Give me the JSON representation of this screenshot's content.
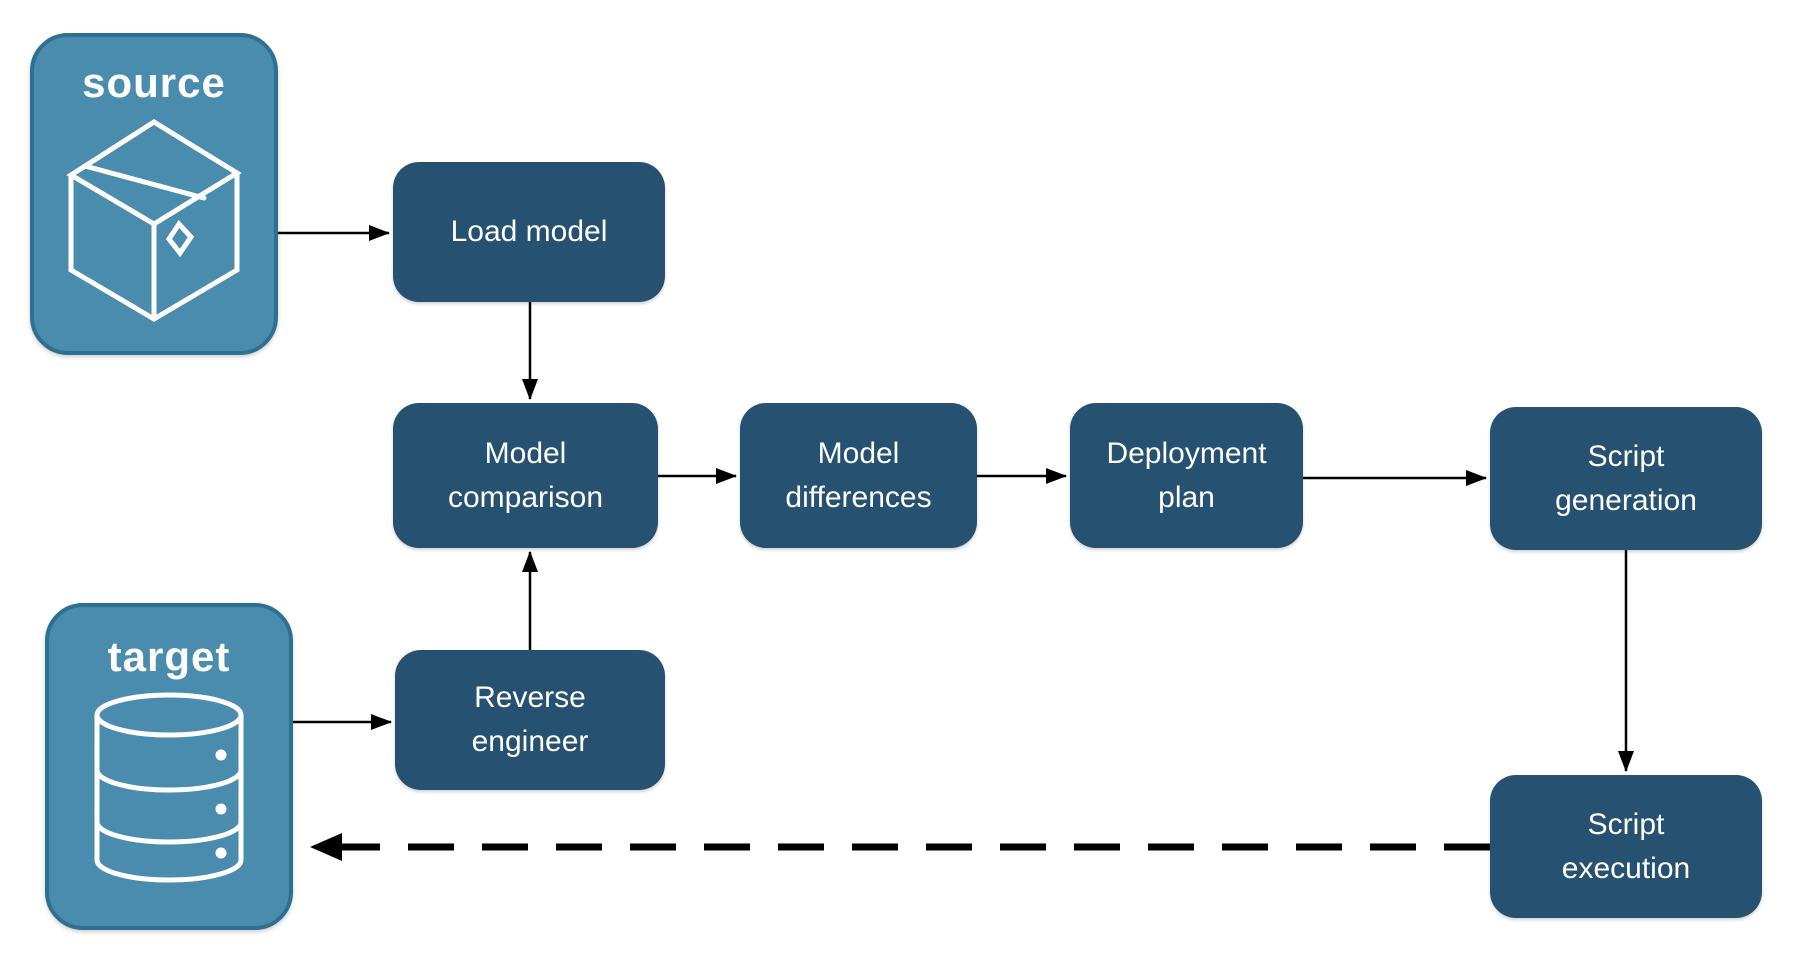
{
  "containers": {
    "source": {
      "label": "source",
      "icon": "package-icon"
    },
    "target": {
      "label": "target",
      "icon": "database-icon"
    }
  },
  "nodes": {
    "load_model": {
      "label": "Load model"
    },
    "model_comparison": {
      "label": "Model comparison"
    },
    "model_differences": {
      "label": "Model differences"
    },
    "deployment_plan": {
      "label": "Deployment plan"
    },
    "script_generation": {
      "label": "Script generation"
    },
    "reverse_engineer": {
      "label": "Reverse engineer"
    },
    "script_execution": {
      "label": "Script execution"
    }
  },
  "edges": [
    {
      "from": "source",
      "to": "load_model",
      "style": "solid"
    },
    {
      "from": "load_model",
      "to": "model_comparison",
      "style": "solid"
    },
    {
      "from": "target",
      "to": "reverse_engineer",
      "style": "solid"
    },
    {
      "from": "reverse_engineer",
      "to": "model_comparison",
      "style": "solid"
    },
    {
      "from": "model_comparison",
      "to": "model_differences",
      "style": "solid"
    },
    {
      "from": "model_differences",
      "to": "deployment_plan",
      "style": "solid"
    },
    {
      "from": "deployment_plan",
      "to": "script_generation",
      "style": "solid"
    },
    {
      "from": "script_generation",
      "to": "script_execution",
      "style": "solid"
    },
    {
      "from": "script_execution",
      "to": "target",
      "style": "dashed"
    }
  ],
  "colors": {
    "background": "#FFFFFF",
    "node_fill": "#275170",
    "container_fill": "#4A8CAD",
    "container_border": "#2F7090",
    "label_text": "#FFFFFF",
    "arrow": "#000000"
  }
}
